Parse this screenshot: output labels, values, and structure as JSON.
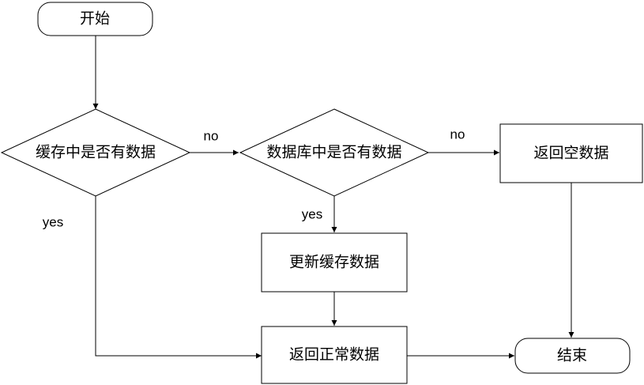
{
  "diagram": {
    "nodes": {
      "start": "开始",
      "cache_check": "缓存中是否有数据",
      "db_check": "数据库中是否有数据",
      "return_empty": "返回空数据",
      "update_cache": "更新缓存数据",
      "return_normal": "返回正常数据",
      "end": "结束"
    },
    "edge_labels": {
      "cache_no": "no",
      "cache_yes": "yes",
      "db_no": "no",
      "db_yes": "yes"
    }
  }
}
